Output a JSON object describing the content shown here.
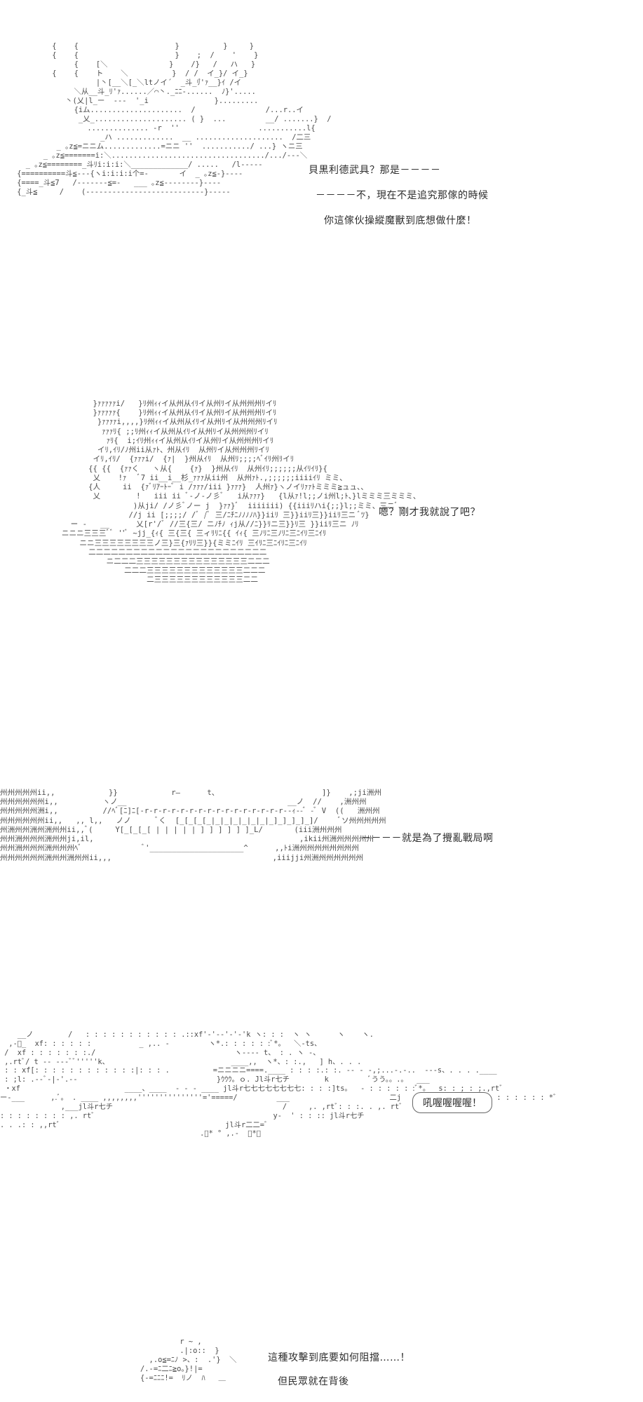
{
  "panels": [
    {
      "dialogue": [
        "貝黒利德武具？那是－－－－",
        "－－－－不，現在不是追究那傢的時候",
        "你這傢伙操縱魔獸到底想做什麼！"
      ]
    },
    {
      "dialogue": [
        "嗯？剛才我就說了吧？"
      ]
    },
    {
      "dialogue": [
        "－－－－就是為了攪亂戰局啊"
      ]
    },
    {
      "dialogue": [
        "吼喔喔喔喔！"
      ]
    },
    {
      "dialogue": [
        "這種攻擊到底要如何阻擋……！",
        "但民眾就在背後"
      ]
    }
  ],
  "icons": {
    "art": "ascii-art-figure"
  }
}
